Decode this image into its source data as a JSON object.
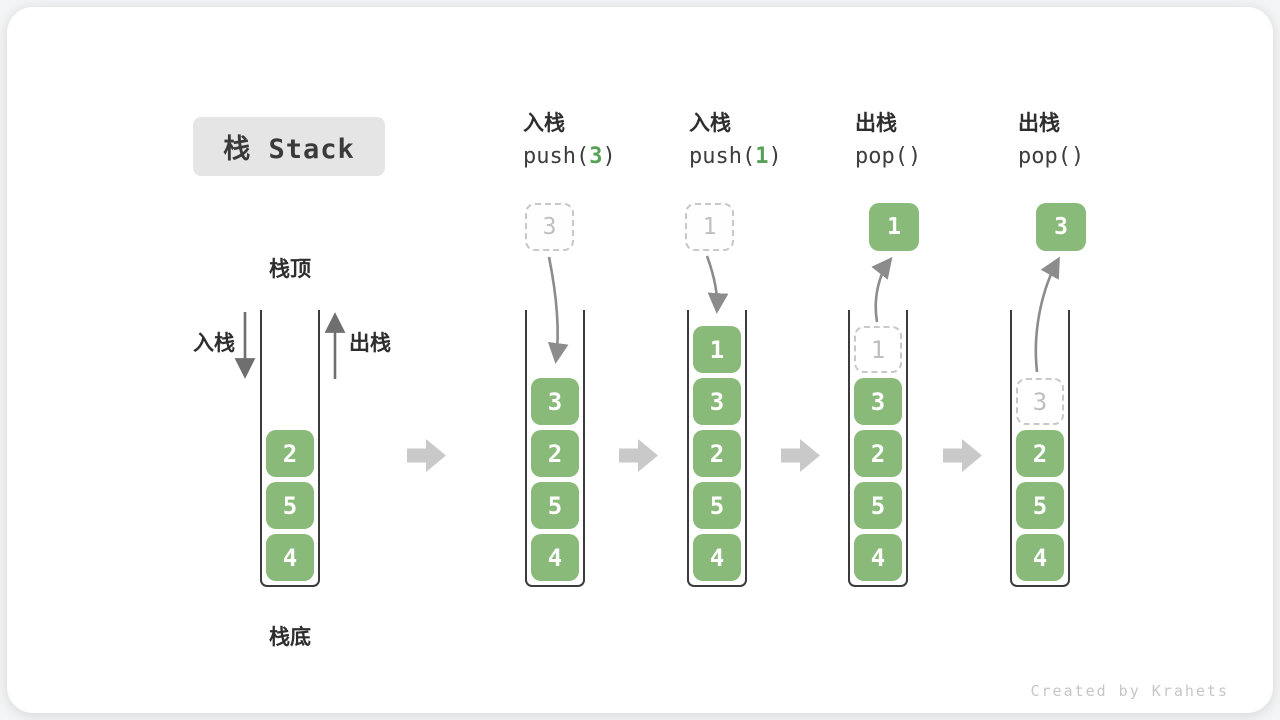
{
  "title": "栈 Stack",
  "labels": {
    "stack_top": "栈顶",
    "stack_bottom": "栈底",
    "push_side": "入栈",
    "pop_side": "出栈"
  },
  "columns": [
    {
      "name": "initial-stack",
      "cells": [
        {
          "value": "2"
        },
        {
          "value": "5"
        },
        {
          "value": "4"
        }
      ]
    },
    {
      "name": "push-3",
      "op": "入栈",
      "code_pre": "push(",
      "code_arg": "3",
      "code_post": ")",
      "floating": {
        "value": "3",
        "kind": "dashed"
      },
      "cells": [
        {
          "value": "3"
        },
        {
          "value": "2"
        },
        {
          "value": "5"
        },
        {
          "value": "4"
        }
      ]
    },
    {
      "name": "push-1",
      "op": "入栈",
      "code_pre": "push(",
      "code_arg": "1",
      "code_post": ")",
      "floating": {
        "value": "1",
        "kind": "dashed"
      },
      "cells": [
        {
          "value": "1"
        },
        {
          "value": "3"
        },
        {
          "value": "2"
        },
        {
          "value": "5"
        },
        {
          "value": "4"
        }
      ]
    },
    {
      "name": "pop-1",
      "op": "出栈",
      "code_pre": "pop()",
      "code_arg": "",
      "code_post": "",
      "floating": {
        "value": "1",
        "kind": "solid"
      },
      "cells": [
        {
          "value": "1",
          "ghost": true
        },
        {
          "value": "3"
        },
        {
          "value": "2"
        },
        {
          "value": "5"
        },
        {
          "value": "4"
        }
      ]
    },
    {
      "name": "pop-3",
      "op": "出栈",
      "code_pre": "pop()",
      "code_arg": "",
      "code_post": "",
      "floating": {
        "value": "3",
        "kind": "solid"
      },
      "cells": [
        {
          "value": "3",
          "ghost": true
        },
        {
          "value": "2"
        },
        {
          "value": "5"
        },
        {
          "value": "4"
        }
      ]
    }
  ],
  "footer": "Created by Krahets",
  "colors": {
    "cell_green": "#8aba79",
    "code_green": "#55a155",
    "ghost_gray": "#c8c8c8",
    "ghost_text": "#bfbfbf",
    "arrow_gray": "#8c8c8c",
    "block_arrow_gray": "#c9c9c9",
    "title_bg": "#e5e5e5"
  }
}
